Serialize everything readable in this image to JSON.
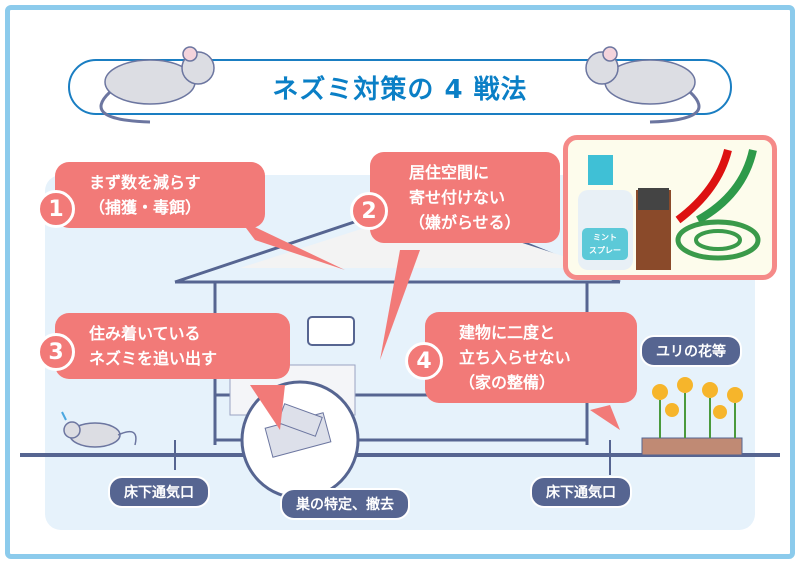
{
  "title": "ネズミ対策の 4 戦法",
  "strategies": [
    {
      "num": "1",
      "lines": [
        "まず数を減らす",
        "（捕獲・毒餌）"
      ]
    },
    {
      "num": "2",
      "lines": [
        "居住空間に",
        "寄せ付けない",
        "（嫌がらせる）"
      ]
    },
    {
      "num": "3",
      "lines": [
        "住み着いている",
        "ネズミを追い出す"
      ]
    },
    {
      "num": "4",
      "lines": [
        "建物に二度と",
        "立ち入らせない",
        "（家の整備）"
      ]
    }
  ],
  "labels": {
    "vent_left": "床下通気口",
    "vent_right": "床下通気口",
    "nest": "巣の特定、撤去",
    "lily": "ユリの花等"
  },
  "products": {
    "spray_label": [
      "ミント",
      "スプレー"
    ]
  },
  "colors": {
    "accent": "#f27a78",
    "navy": "#566591",
    "title": "#0a7fc6"
  }
}
